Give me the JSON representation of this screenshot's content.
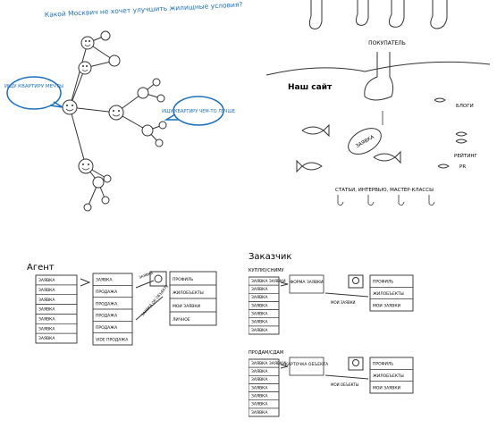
{
  "panel1": {
    "question": "Какой Москвич не хочет улучшить жилищные условия?",
    "left_bubble": "ИЩУ КВАРТИРУ МЕЧТЫ",
    "right_bubble": "ИЩУ КВАРТИРУ ЧЕМ-ТО ЛУЧШЕ"
  },
  "panel2": {
    "buyer": "ПОКУПАТЕЛЬ",
    "our_site": "Наш сайт",
    "bait": "ЗАЯВКА",
    "blogs": "БЛОГИ",
    "rating": "РЕЙТИНГ",
    "pr": "PR",
    "bottom_text": "СТАТЬИ, ИНТЕРВЬЮ, МАСТЕР-КЛАССЫ"
  },
  "panel3": {
    "title": "Агент",
    "list_item": "ЗАЯВКА",
    "middle_items": [
      "ЗАЯВКА",
      "ПРОДАЖА",
      "ПРОДАЖА",
      "ПРОДАЖА",
      "ПРОДАЖА",
      "VIDE ПРОДАЖА"
    ],
    "right_items": [
      "ПРОФИЛЬ",
      "ЖИЛОБЪЕКТЫ",
      "МОИ ЗАЯВКИ",
      "ЛИЧНОЕ"
    ],
    "arrow_top": "ЗАЯВКА",
    "arrow_bottom": "ЗАЯВКА ОБ ОБЪЕКТЕ"
  },
  "panel4": {
    "title": "Заказчик",
    "subtitle1": "КУПЛЮ/СНИМУ",
    "subtitle2": "ПРОДАМ/СДАМ",
    "list_item": "ЗАЯВКА",
    "form1": "ФОРМА ЗАЯВКИ",
    "form2": "КАРТОЧКА ОБЪЕКТА",
    "arrow1": "МОИ ЗАЯВКИ",
    "arrow2": "МОИ ОБЪЕКТЫ",
    "right_items": [
      "ПРОФИЛЬ",
      "ЖИЛОБЪЕКТЫ",
      "МОИ ЗАЯВКИ"
    ],
    "first_item": "ЗАЯВКА ЗАЯВКИ"
  }
}
